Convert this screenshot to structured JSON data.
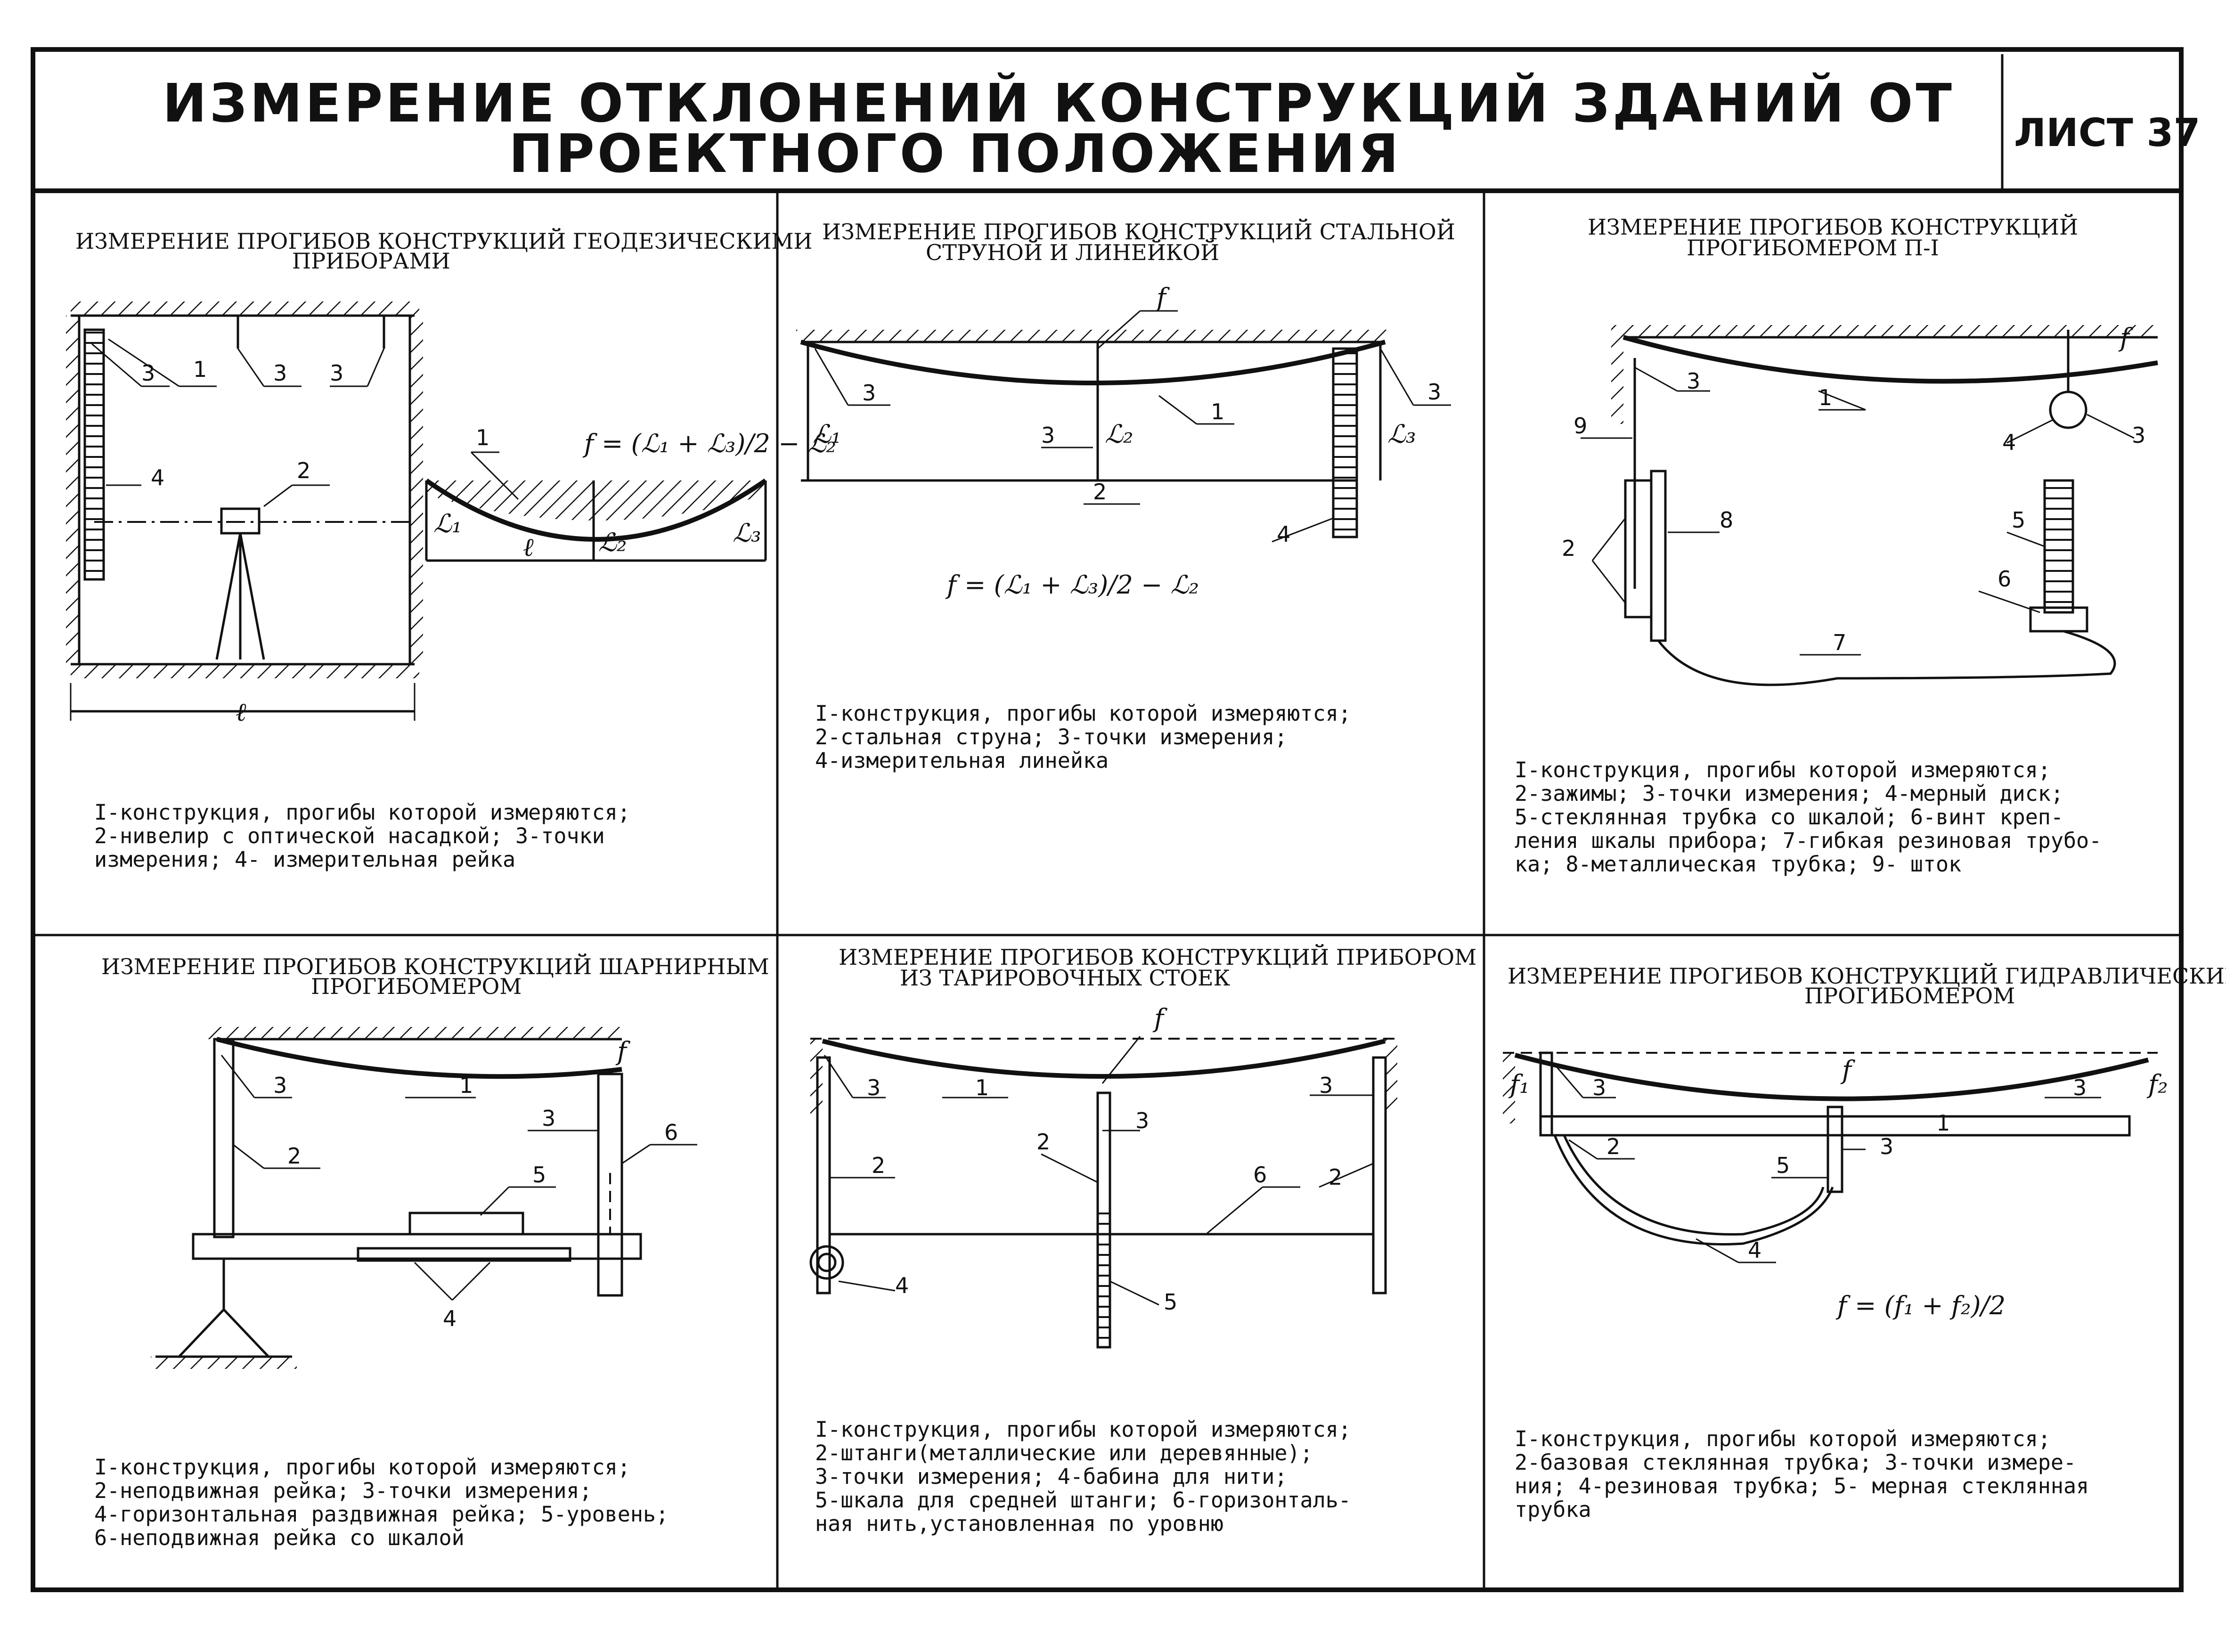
{
  "header": {
    "title_line1": "ИЗМЕРЕНИЕ ОТКЛОНЕНИЙ КОНСТРУКЦИЙ ЗДАНИЙ ОТ",
    "title_line2": "ПРОЕКТНОГО ПОЛОЖЕНИЯ",
    "sheet_label": "ЛИСТ 37"
  },
  "panels": [
    {
      "title": [
        "ИЗМЕРЕНИЕ ПРОГИБОВ КОНСТРУКЦИЙ ГЕОДЕЗИЧЕСКИМИ",
        "ПРИБОРАМИ"
      ],
      "callouts": [
        "1",
        "2",
        "3",
        "3",
        "3",
        "4",
        "1"
      ],
      "dims": [
        "ℓ",
        "ℓ",
        "ℒ₁",
        "ℒ₂",
        "ℒ₃"
      ],
      "formula": "f = (ℒ₁ + ℒ₃)/2 − ℒ₂",
      "caption": [
        "I-конструкция, прогибы  которой измеряются;",
        "2-нивелир с оптической насадкой; 3-точки",
        "измерения; 4- измерительная рейка"
      ]
    },
    {
      "title": [
        "ИЗМЕРЕНИЕ ПРОГИБОВ КОНСТРУКЦИЙ СТАЛЬНОЙ",
        "СТРУНОЙ И ЛИНЕЙКОЙ"
      ],
      "callouts": [
        "f",
        "3",
        "1",
        "3",
        "3",
        "2",
        "4"
      ],
      "dims": [
        "ℒ₁",
        "ℒ₂",
        "ℒ₃"
      ],
      "formula": "f = (ℒ₁ + ℒ₃)/2 − ℒ₂",
      "caption": [
        "I-конструкция, прогибы  которой измеряются;",
        "2-стальная струна; 3-точки измерения;",
        " 4-измерительная линейка"
      ]
    },
    {
      "title": [
        "ИЗМЕРЕНИЕ ПРОГИБОВ КОНСТРУКЦИЙ",
        "ПРОГИБОМЕРОМ П-I"
      ],
      "callouts": [
        "f",
        "3",
        "1",
        "9",
        "4",
        "3",
        "2",
        "8",
        "5",
        "6",
        "7"
      ],
      "caption": [
        "I-конструкция, прогибы  которой измеряются;",
        "2-зажимы; 3-точки измерения; 4-мерный диск;",
        "5-стеклянная трубка со шкалой; 6-винт креп-",
        "ления шкалы прибора; 7-гибкая резиновая трубо-",
        "ка; 8-металлическая трубка; 9- шток"
      ]
    },
    {
      "title": [
        "ИЗМЕРЕНИЕ ПРОГИБОВ КОНСТРУКЦИЙ ШАРНИРНЫМ",
        "ПРОГИБОМЕРОМ"
      ],
      "callouts": [
        "f",
        "3",
        "1",
        "3",
        "2",
        "5",
        "6",
        "4"
      ],
      "caption": [
        "I-конструкция,  прогибы  которой измеряются;",
        "2-неподвижная рейка; 3-точки измерения;",
        "4-горизонтальная раздвижная рейка; 5-уровень;",
        "6-неподвижная рейка со шкалой"
      ]
    },
    {
      "title": [
        "ИЗМЕРЕНИЕ ПРОГИБОВ КОНСТРУКЦИЙ ПРИБОРОМ",
        "ИЗ ТАРИРОВОЧНЫХ СТОЕК"
      ],
      "callouts": [
        "f",
        "3",
        "1",
        "3",
        "2",
        "3",
        "2",
        "6",
        "2",
        "4",
        "5"
      ],
      "caption": [
        "I-конструкция, прогибы  которой измеряются;",
        "2-штанги(металлические или деревянные);",
        "3-точки измерения; 4-бабина для нити;",
        "5-шкала для средней штанги; 6-горизонталь-",
        "ная нить,установленная по уровню"
      ]
    },
    {
      "title": [
        "ИЗМЕРЕНИЕ ПРОГИБОВ КОНСТРУКЦИЙ ГИДРАВЛИЧЕСКИМ",
        "ПРОГИБОМЕРОМ"
      ],
      "callouts": [
        "f₁",
        "3",
        "f",
        "3",
        "f₂",
        "1",
        "2",
        "5",
        "3",
        "4"
      ],
      "formula": "f = (f₁ + f₂)/2",
      "caption": [
        "I-конструкция, прогибы   которой измеряются;",
        "2-базовая стеклянная трубка; 3-точки измере-",
        "ния; 4-резиновая трубка; 5- мерная стеклянная",
        "трубка"
      ]
    }
  ]
}
